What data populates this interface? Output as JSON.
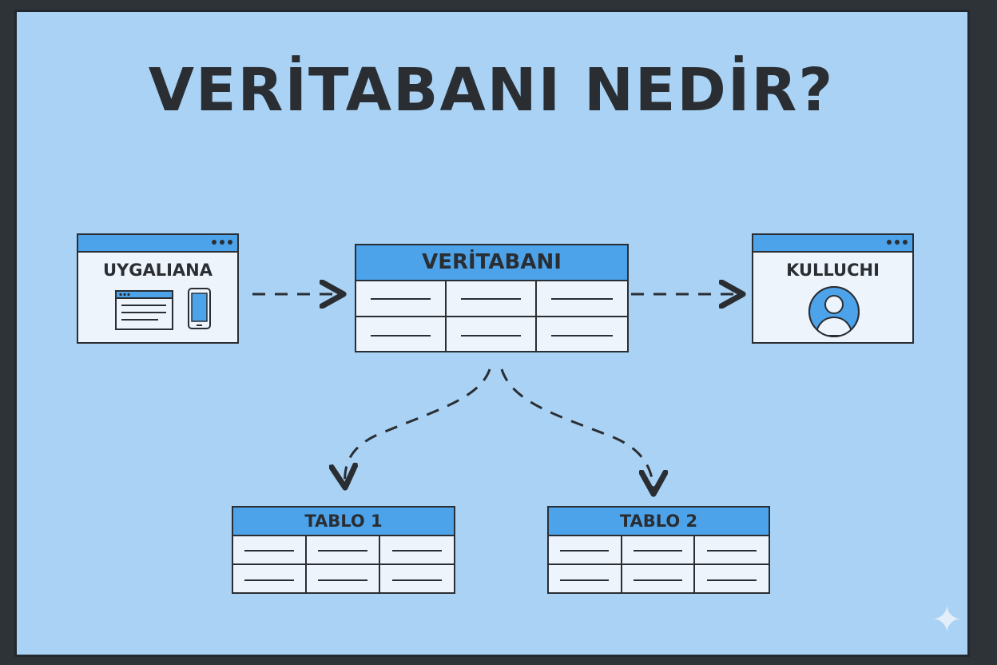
{
  "title": "VERİTABANI NEDİR?",
  "nodes": {
    "app": {
      "label": "UYGALIANA",
      "icons": [
        "browser-window-icon",
        "smartphone-icon"
      ]
    },
    "database": {
      "label": "VERİTABANI"
    },
    "user": {
      "label": "KULLUCHI",
      "icons": [
        "user-avatar-icon"
      ]
    },
    "table1": {
      "label": "TABLO 1"
    },
    "table2": {
      "label": "TABLO 2"
    }
  },
  "colors": {
    "background": "#a9d2f4",
    "accent": "#4da3ea",
    "ink": "#2a2e33",
    "panel": "#eef4fb"
  },
  "decor": {
    "icons": [
      "sparkle-icon"
    ]
  }
}
